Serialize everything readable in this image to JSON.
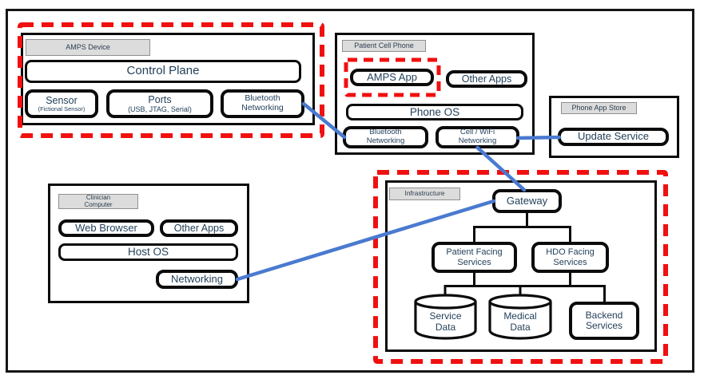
{
  "groups": {
    "amps_device": {
      "label": "AMPS Device",
      "control_plane": "Control Plane",
      "sensor": {
        "title": "Sensor",
        "subtitle": "(Fictional Sensor)"
      },
      "ports": {
        "title": "Ports",
        "subtitle": "(USB, JTAG, Serial)"
      },
      "bluetooth_networking": "Bluetooth Networking"
    },
    "patient_cell_phone": {
      "label": "Patient Cell Phone",
      "amps_app": "AMPS App",
      "other_apps": "Other Apps",
      "phone_os": "Phone OS",
      "bluetooth_networking": "Bluetooth Networking",
      "cell_wifi_networking": "Cell / WiFi Networking"
    },
    "phone_app_store": {
      "label": "Phone App Store",
      "update_service": "Update Service"
    },
    "clinician_computer": {
      "label": "Clinician Computer",
      "web_browser": "Web Browser",
      "other_apps": "Other Apps",
      "host_os": "Host OS",
      "networking": "Networking"
    },
    "infrastructure": {
      "label": "Infrastructure",
      "gateway": "Gateway",
      "patient_facing_services": "Patient Facing Services",
      "hdo_facing_services": "HDO Facing Services",
      "service_data": "Service Data",
      "medical_data": "Medical Data",
      "backend_services": "Backend Services"
    }
  },
  "connections": [
    {
      "from": "amps-device/bluetooth-networking",
      "to": "patient-cell-phone/bluetooth-networking"
    },
    {
      "from": "patient-cell-phone/cell-wifi-networking",
      "to": "phone-app-store/update-service"
    },
    {
      "from": "patient-cell-phone/cell-wifi-networking",
      "to": "infrastructure/gateway"
    },
    {
      "from": "clinician-computer/networking",
      "to": "infrastructure/gateway"
    }
  ],
  "tree_links": [
    {
      "parent": "gateway",
      "children": [
        "patient-facing-services",
        "hdo-facing-services"
      ]
    },
    {
      "parent": "patient-facing-services",
      "children": [
        "service-data",
        "medical-data"
      ]
    },
    {
      "parent": "hdo-facing-services",
      "children": [
        "medical-data",
        "backend-services"
      ]
    }
  ],
  "colors": {
    "highlight_red": "#f01010",
    "link_blue": "#4a7ad0",
    "box_border": "#0b0b0b",
    "label_fill": "#dcdcdc",
    "text_ink": "#24415a"
  }
}
